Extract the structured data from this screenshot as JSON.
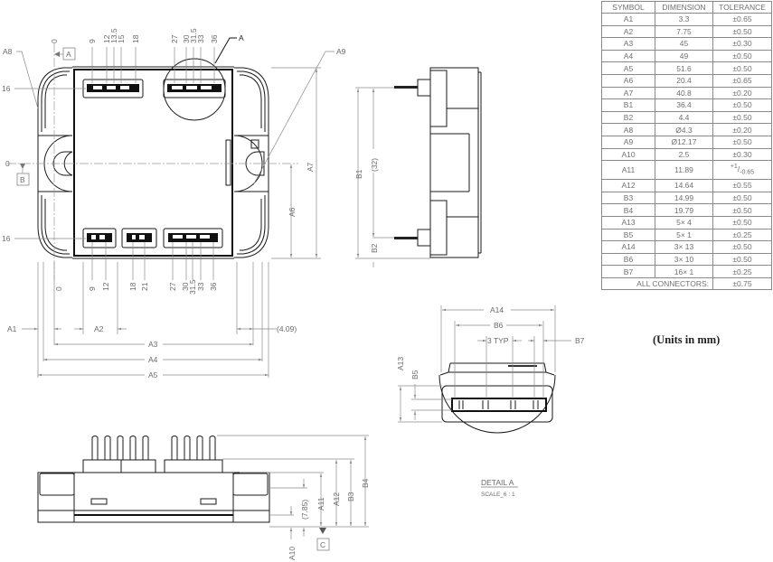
{
  "title": "Module package outline drawing",
  "units_note": "(Units in mm)",
  "table": {
    "headers": [
      "SYMBOL",
      "DIMENSION",
      "TOLERANCE"
    ],
    "rows": [
      {
        "symbol": "A1",
        "dimension": "3.3",
        "tolerance": "±0.65"
      },
      {
        "symbol": "A2",
        "dimension": "7.75",
        "tolerance": "±0.50"
      },
      {
        "symbol": "A3",
        "dimension": "45",
        "tolerance": "±0.30"
      },
      {
        "symbol": "A4",
        "dimension": "49",
        "tolerance": "±0.50"
      },
      {
        "symbol": "A5",
        "dimension": "51.6",
        "tolerance": "±0.50"
      },
      {
        "symbol": "A6",
        "dimension": "20.4",
        "tolerance": "±0.65"
      },
      {
        "symbol": "A7",
        "dimension": "40.8",
        "tolerance": "±0.20"
      },
      {
        "symbol": "B1",
        "dimension": "36.4",
        "tolerance": "±0.50"
      },
      {
        "symbol": "B2",
        "dimension": "4.4",
        "tolerance": "±0.50"
      },
      {
        "symbol": "A8",
        "dimension": "Ø4.3",
        "tolerance": "±0.20"
      },
      {
        "symbol": "A9",
        "dimension": "Ø12.17",
        "tolerance": "±0.50"
      },
      {
        "symbol": "A10",
        "dimension": "2.5",
        "tolerance": "±0.30"
      },
      {
        "symbol": "A11",
        "dimension": "11.89",
        "tolerance_plus": "+1",
        "tolerance_minus": "-0.65"
      },
      {
        "symbol": "A12",
        "dimension": "14.64",
        "tolerance": "±0.55"
      },
      {
        "symbol": "B3",
        "dimension": "14.99",
        "tolerance": "±0.50"
      },
      {
        "symbol": "B4",
        "dimension": "19.79",
        "tolerance": "±0.50"
      },
      {
        "symbol": "A13",
        "dimension": "5× 4",
        "tolerance": "±0.50"
      },
      {
        "symbol": "B5",
        "dimension": "5× 1",
        "tolerance": "±0.25"
      },
      {
        "symbol": "A14",
        "dimension": "3× 13",
        "tolerance": "±0.50"
      },
      {
        "symbol": "B6",
        "dimension": "3× 10",
        "tolerance": "±0.50"
      },
      {
        "symbol": "B7",
        "dimension": "16× 1",
        "tolerance": "±0.25"
      }
    ],
    "footer": {
      "label": "ALL CONNECTORS:",
      "tolerance": "±0.75"
    }
  },
  "top_view": {
    "top_pin_positions": [
      "9",
      "12",
      "13.5",
      "15",
      "18",
      "27",
      "30",
      "31.5",
      "33",
      "36"
    ],
    "bottom_pin_positions": [
      "0",
      "9",
      "12",
      "18",
      "21",
      "27",
      "30",
      "31.5",
      "33",
      "36"
    ],
    "origin_top": "0",
    "origin_left": "0",
    "datum_a": "A",
    "datum_b": "B",
    "row_ref": "16",
    "detail_callout": "A",
    "labels": {
      "A1": "A1",
      "A2": "A2",
      "A3": "A3",
      "A4": "A4",
      "A5": "A5",
      "A6": "A6",
      "A7": "A7",
      "A8": "A8",
      "A9": "A9",
      "ref_409": "(4.09)"
    }
  },
  "side_view": {
    "B1": "B1",
    "B2": "B2",
    "ref_32": "(32)"
  },
  "front_view": {
    "A10": "A10",
    "A11": "A11",
    "A12": "A12",
    "B3": "B3",
    "B4": "B4",
    "ref_785": "(7.85)",
    "datum_c": "C"
  },
  "detail": {
    "title": "DETAIL A",
    "scale": "SCALE_6 : 1",
    "labels": {
      "A13": "A13",
      "A14": "A14",
      "B5": "B5",
      "B6": "B6",
      "B7": "B7",
      "typ": "3 TYP"
    }
  }
}
